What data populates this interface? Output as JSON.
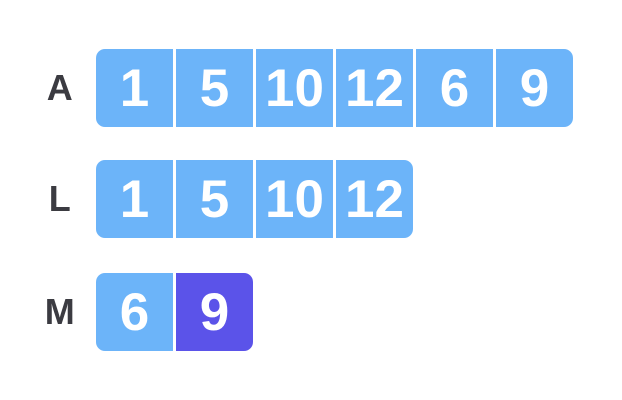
{
  "colors": {
    "page_bg": "#ffffff",
    "cell_blue": "#6cb4f9",
    "cell_purple": "#5b53e9",
    "cell_text": "#ffffff",
    "label_text": "#3b3b41",
    "divider": "#ffffff"
  },
  "rows": [
    {
      "label": "A",
      "cells": [
        {
          "value": "1",
          "variant": "blue"
        },
        {
          "value": "5",
          "variant": "blue"
        },
        {
          "value": "10",
          "variant": "blue"
        },
        {
          "value": "12",
          "variant": "blue"
        },
        {
          "value": "6",
          "variant": "blue"
        },
        {
          "value": "9",
          "variant": "blue"
        }
      ]
    },
    {
      "label": "L",
      "cells": [
        {
          "value": "1",
          "variant": "blue"
        },
        {
          "value": "5",
          "variant": "blue"
        },
        {
          "value": "10",
          "variant": "blue"
        },
        {
          "value": "12",
          "variant": "blue"
        }
      ]
    },
    {
      "label": "M",
      "cells": [
        {
          "value": "6",
          "variant": "blue"
        },
        {
          "value": "9",
          "variant": "purple"
        }
      ]
    }
  ]
}
